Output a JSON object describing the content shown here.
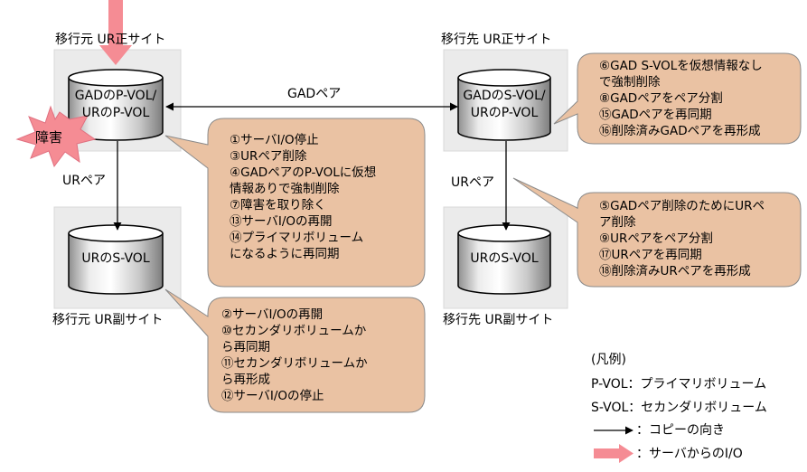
{
  "sites": {
    "src_primary": {
      "label": "移行元 UR正サイト",
      "volume_lines": [
        "GADのP-VOL/",
        "URのP-VOL"
      ]
    },
    "dst_primary": {
      "label": "移行先 UR正サイト",
      "volume_lines": [
        "GADのS-VOL/",
        "URのP-VOL"
      ]
    },
    "src_secondary": {
      "label": "移行元 UR副サイト",
      "volume_lines": [
        "URのS-VOL"
      ]
    },
    "dst_secondary": {
      "label": "移行先 UR副サイト",
      "volume_lines": [
        "URのS-VOL"
      ]
    }
  },
  "pairs": {
    "gad_pair": "GADペア",
    "ur_pair_src": "URペア",
    "ur_pair_dst": "URペア"
  },
  "failure_label": "障害",
  "notes": {
    "src_primary_steps": [
      "①サーバI/O停止",
      "③URペア削除",
      "④GADペアのP-VOLに仮想",
      "情報ありで強制削除",
      "⑦障害を取り除く",
      "⑬サーバI/Oの再開",
      "⑭プライマリボリューム",
      "になるように再同期"
    ],
    "src_secondary_steps": [
      "②サーバI/Oの再開",
      "⑩セカンダリボリュームか",
      "ら再同期",
      "⑪セカンダリボリュームか",
      "ら再形成",
      "⑫サーバI/Oの停止"
    ],
    "dst_primary_steps": [
      "⑥GAD S-VOLを仮想情報なし",
      "で強制削除",
      "⑧GADペアをペア分割",
      "⑮GADペアを再同期",
      "⑯削除済みGADペアを再形成"
    ],
    "dst_secondary_steps": [
      "⑤GADペア削除のためにURペ",
      "ア削除",
      "⑨URペアをペア分割",
      "⑰URペアを再同期",
      "⑱削除済みURペアを再形成"
    ]
  },
  "legend": {
    "title": "(凡例)",
    "pvol": "P-VOL：プライマリボリューム",
    "svol": "S-VOL：セカンダリボリューム",
    "copy_direction": "：コピーの向き",
    "server_io": "：サーバからのI/O"
  },
  "colors": {
    "site_box": "#ebebeb",
    "note_fill": "#eac2a3",
    "note_stroke": "#8a8a8a",
    "io_arrow": "#f58c94",
    "failure_burst": "#f58c94"
  }
}
